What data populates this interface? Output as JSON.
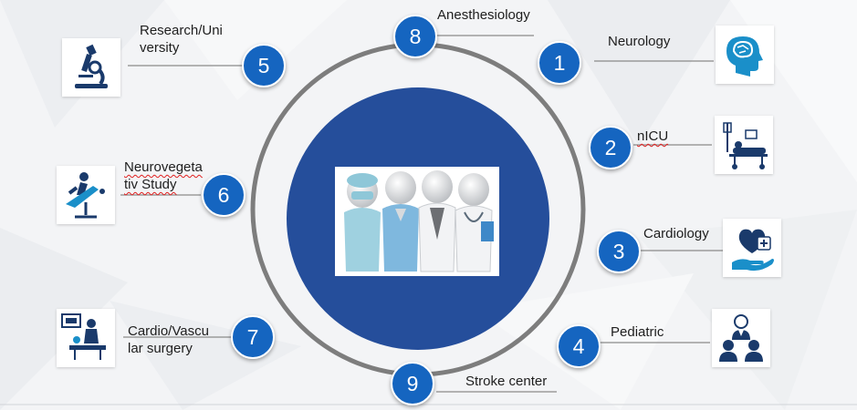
{
  "specialties": [
    {
      "id": "neurology",
      "number": "1",
      "label": "Neurology",
      "icon": "brain-head-icon"
    },
    {
      "id": "nicu",
      "number": "2",
      "label": "nICU",
      "icon": "hospital-bed-icon"
    },
    {
      "id": "cardiology",
      "number": "3",
      "label": "Cardiology",
      "icon": "heart-hand-icon"
    },
    {
      "id": "pediatric",
      "number": "4",
      "label": "Pediatric",
      "icon": "pediatric-team-icon"
    },
    {
      "id": "research",
      "number": "5",
      "label": "Research/Uni\nversity",
      "icon": "microscope-icon"
    },
    {
      "id": "neurovegetative",
      "number": "6",
      "label": "Neurovegeta\ntiv Study",
      "icon": "tilt-chair-icon"
    },
    {
      "id": "cardiovascular",
      "number": "7",
      "label": "Cardio/Vascu\nlar surgery",
      "icon": "surgery-monitor-icon"
    },
    {
      "id": "anesthesiology",
      "number": "8",
      "label": "Anesthesiology",
      "icon": "none"
    },
    {
      "id": "stroke",
      "number": "9",
      "label": "Stroke center",
      "icon": "none"
    }
  ],
  "colors": {
    "number_badge": "#1565c0",
    "center_disc": "#254e9b",
    "ring": "#7d7d7d",
    "icon": "#1a3a6b"
  }
}
